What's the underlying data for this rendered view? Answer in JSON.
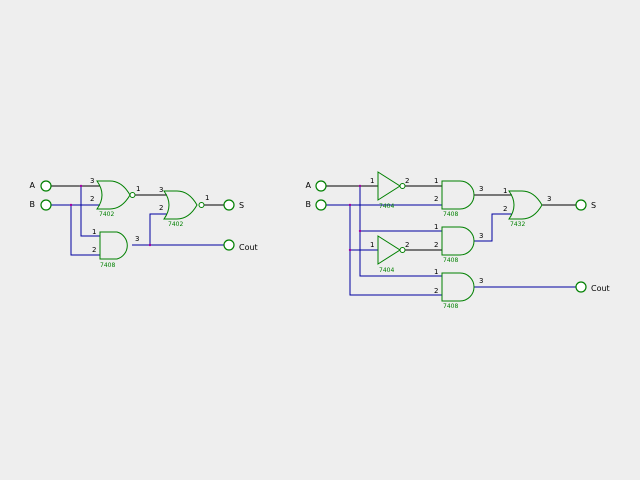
{
  "circuit_left": {
    "inputs": [
      "A",
      "B"
    ],
    "outputs": [
      "S",
      "Cout"
    ],
    "gates": {
      "nor1": {
        "chip": "7402",
        "pins": [
          "3",
          "2",
          "1"
        ]
      },
      "nor2": {
        "chip": "7402",
        "pins": [
          "3",
          "2",
          "1"
        ]
      },
      "and1": {
        "chip": "7408",
        "pins": [
          "1",
          "2",
          "3"
        ]
      }
    }
  },
  "circuit_right": {
    "inputs": [
      "A",
      "B"
    ],
    "outputs": [
      "S",
      "Cout"
    ],
    "gates": {
      "not1": {
        "chip": "7404",
        "pins": [
          "1",
          "2"
        ]
      },
      "not2": {
        "chip": "7404",
        "pins": [
          "1",
          "2"
        ]
      },
      "and1": {
        "chip": "7408",
        "pins": [
          "1",
          "2",
          "3"
        ]
      },
      "and2": {
        "chip": "7408",
        "pins": [
          "1",
          "2",
          "3"
        ]
      },
      "and3": {
        "chip": "7408",
        "pins": [
          "1",
          "2",
          "3"
        ]
      },
      "or1": {
        "chip": "7432",
        "pins": [
          "1",
          "2",
          "3"
        ]
      }
    }
  },
  "colors": {
    "background": "#eeeeee",
    "gate": "#008000",
    "wire_black": "#000000",
    "wire_blue": "#0000a0",
    "junction": "#a000a0"
  }
}
